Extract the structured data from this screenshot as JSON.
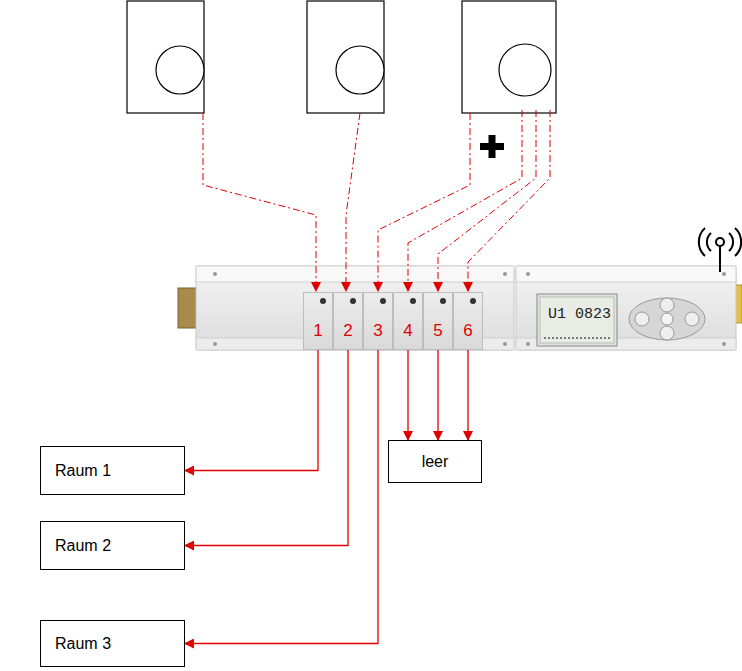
{
  "diagram": {
    "nodes": [
      {
        "text": [
          "1"
        ]
      },
      {
        "text": [
          "2"
        ]
      },
      {
        "text": [
          "3"
        ]
      },
      {
        "text": [
          "4"
        ]
      },
      {
        "text": [
          "5"
        ]
      },
      {
        "text": [
          "6"
        ]
      },
      {
        "text": [
          "Raum 1"
        ]
      },
      {
        "text": [
          "leer"
        ]
      },
      {
        "text": [
          "Raum 2"
        ]
      },
      {
        "text": [
          "Raum 3"
        ]
      }
    ],
    "edges": [
      {
        "from": 0,
        "to": 6,
        "arrow": "to"
      },
      {
        "from": 1,
        "to": 8,
        "arrow": "to"
      },
      {
        "from": 2,
        "to": 9,
        "arrow": "to"
      },
      {
        "from": 3,
        "to": 7,
        "arrow": "to"
      },
      {
        "from": 4,
        "to": 7,
        "arrow": "to"
      },
      {
        "from": 5,
        "to": 7,
        "arrow": "to"
      }
    ],
    "labels": [
      "U1 0823"
    ]
  }
}
